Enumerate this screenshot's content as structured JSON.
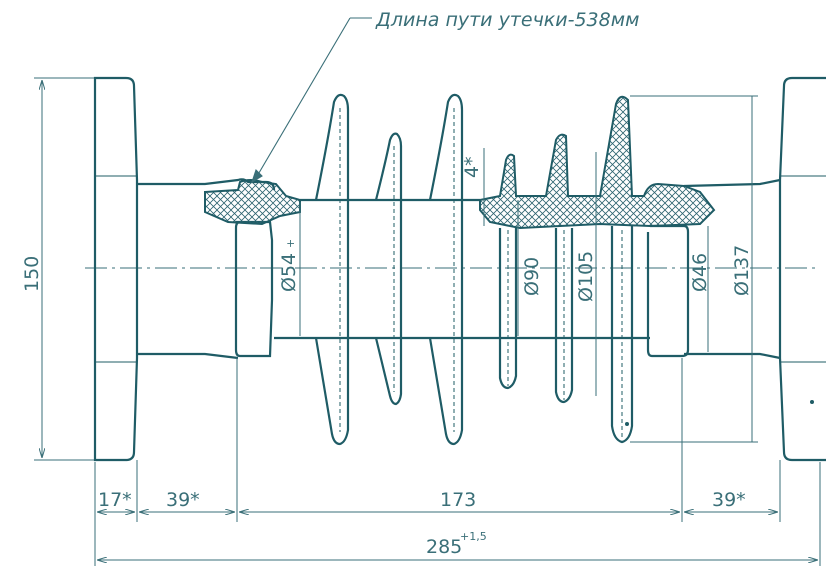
{
  "drawing": {
    "leakage_note": "Длина пути утечки-538мм",
    "height_dim": "150",
    "diam_54": "Ø54",
    "diam_54_tol": "+",
    "diam_90": "Ø90",
    "diam_105": "Ø105",
    "diam_46": "Ø46",
    "diam_137": "Ø137",
    "shed_gap": "4*",
    "dim_left_flange": "17*",
    "dim_left_fitting": "39*",
    "dim_body": "173",
    "dim_right_fitting": "39*",
    "dim_total": "285",
    "dim_total_tol": "+1,5"
  },
  "colors": {
    "line": "#1f5c66",
    "thin": "#3a6f78",
    "hatch": "#2d6470",
    "fill_hatch": "#e8eeee"
  }
}
